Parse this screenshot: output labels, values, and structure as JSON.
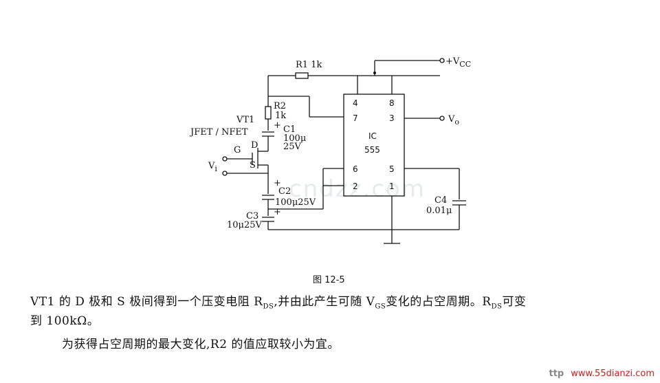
{
  "labels": {
    "r1": "R1 1k",
    "vcc": "+V",
    "vcc_sub": "CC",
    "r2": "R2",
    "r2_val": "1k",
    "vt1": "VT1",
    "jfet": "JFET / NFET",
    "c1": "C1",
    "c1_val1": "100μ",
    "c1_val2": "25V",
    "g": "G",
    "d": "D",
    "s": "S",
    "vi": "V",
    "vi_sub": "i",
    "c2": "C2",
    "c2_val": "100μ25V",
    "c3": "C3",
    "c3_val": "10μ25V",
    "c4": "C4",
    "c4_val": "0.01μ",
    "vo": "V",
    "vo_sub": "o",
    "ic": "IC",
    "ic_num": "555",
    "pin4": "4",
    "pin8": "8",
    "pin7": "7",
    "pin3": "3",
    "pin6": "6",
    "pin5": "5",
    "pin2": "2",
    "pin1": "1",
    "plus": "+"
  },
  "caption": "图 12-5",
  "para1": {
    "a": "VT1 的 D 极和 S 极间得到一个压变电阻 R",
    "a_sub": "DS",
    "b": ",并由此产生可随 V",
    "b_sub": "GS",
    "c": "变化的占空周期。R",
    "c_sub": "DS",
    "d": "可变"
  },
  "para2": "到 100kΩ。",
  "para3": "为获得占空周期的最大变化,R2 的值应取较小为宜。",
  "watermark": "cndzz.com",
  "url_tag": "ttp",
  "url": "www.55dianzi.com"
}
